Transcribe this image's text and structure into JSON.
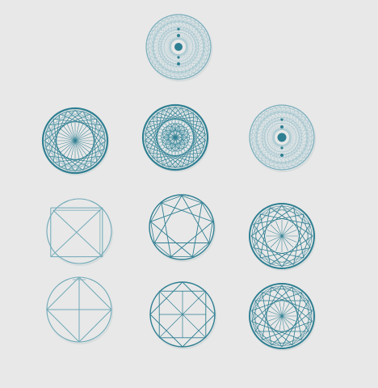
{
  "colors": {
    "background": "#e8e8e8",
    "stroke_dark": "#2f7f92",
    "stroke_light": "#6fa9b7",
    "stroke_faint": "#9fc4cd",
    "shadow": "#c9d2d4"
  },
  "patterns": [
    {
      "id": "top-solar-pattern",
      "style": "solar",
      "variant": "top"
    },
    {
      "id": "row2-spoke-pattern",
      "style": "spokes",
      "chords": 24,
      "skip": 7
    },
    {
      "id": "row2-rose-pattern",
      "style": "rose",
      "chords": 22,
      "skip": 9
    },
    {
      "id": "row2-solar-pattern",
      "style": "solar",
      "variant": "side"
    },
    {
      "id": "row3-square-pattern",
      "style": "square",
      "variant": "boxed"
    },
    {
      "id": "row3-star-pattern",
      "style": "star",
      "points": 9,
      "skip": 3
    },
    {
      "id": "row3-web-pattern",
      "style": "web",
      "points": 16,
      "skip": 5
    },
    {
      "id": "row4-diamond-pattern",
      "style": "diamond"
    },
    {
      "id": "row4-octagram-pattern",
      "style": "octagram"
    },
    {
      "id": "row4-web-pattern",
      "style": "web",
      "points": 18,
      "skip": 6
    }
  ]
}
